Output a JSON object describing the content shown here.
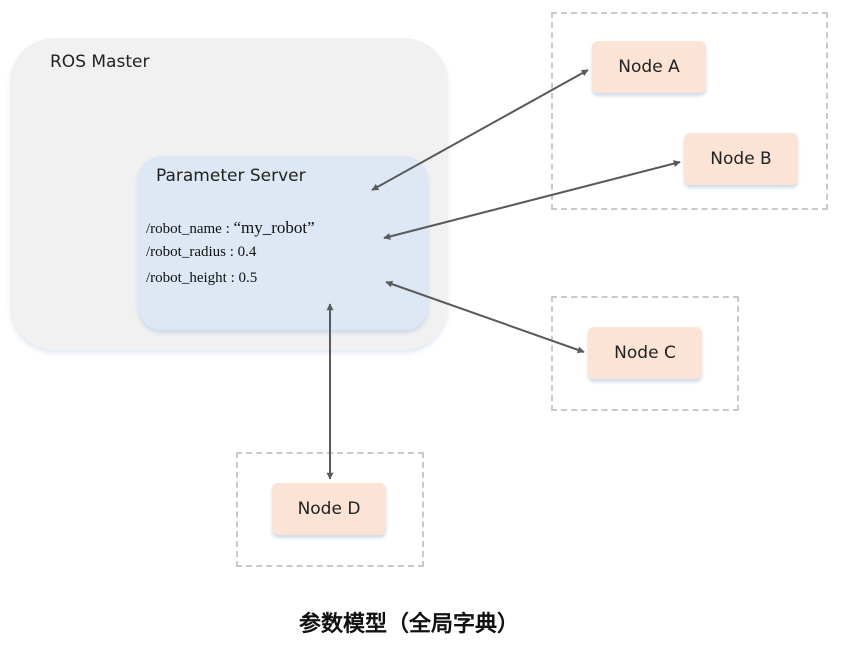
{
  "ros_master": {
    "label": "ROS Master"
  },
  "parameter_server": {
    "label": "Parameter Server",
    "params": [
      {
        "key": "/robot_name : ",
        "value": "“my_robot”"
      },
      {
        "key": "/robot_radius : ",
        "value": "0.4"
      },
      {
        "key": "/robot_height : ",
        "value": "0.5"
      }
    ]
  },
  "nodes": {
    "a": "Node A",
    "b": "Node B",
    "c": "Node C",
    "d": "Node D"
  },
  "caption": "参数模型（全局字典）",
  "colors": {
    "ros_master_fill": "#f1f1f1",
    "parameter_server_fill": "#dde8f4",
    "node_fill": "#fbe4d5",
    "arrow": "#5a5a5a",
    "dashed_border": "#c9c9c9"
  }
}
